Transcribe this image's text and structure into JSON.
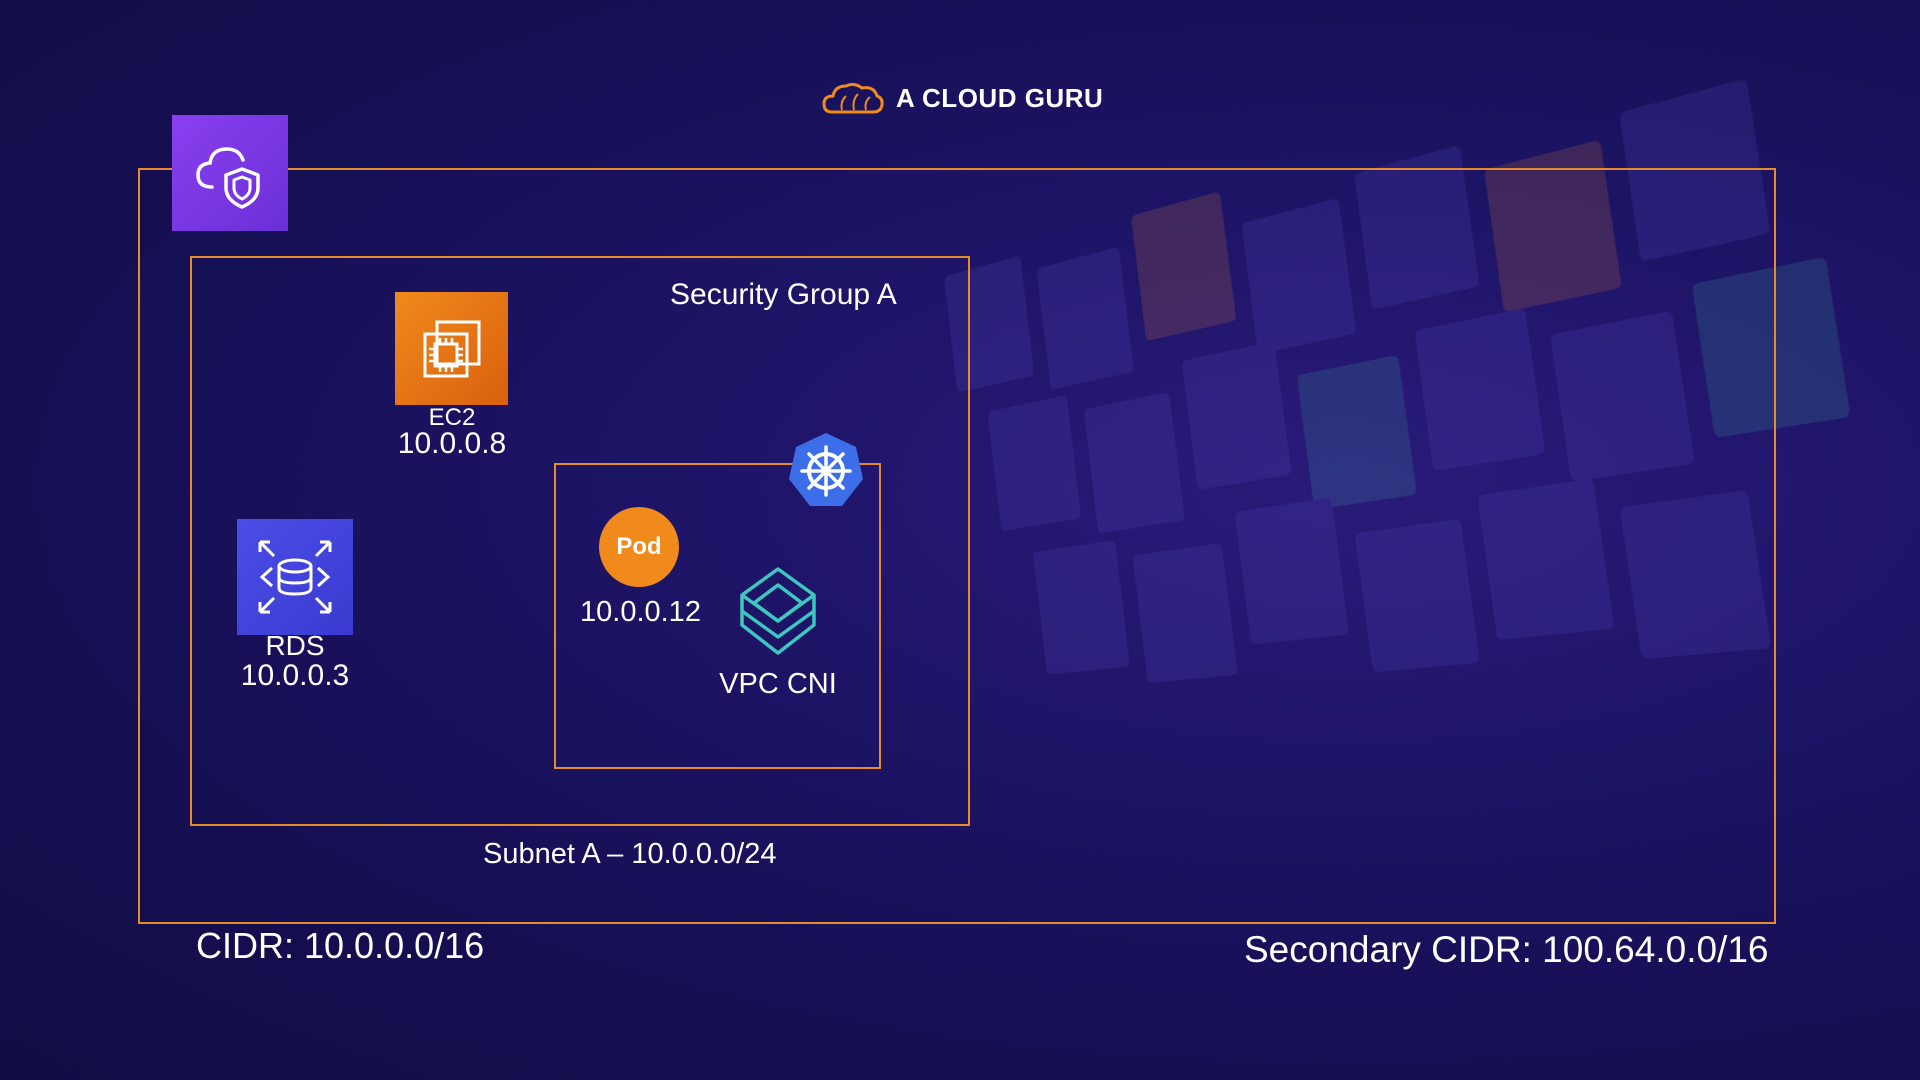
{
  "brand": {
    "name": "A CLOUD GURU",
    "logo_icon": "cloud-logo-icon",
    "accent": "#F08A1C"
  },
  "vpc": {
    "icon": "cloud-shield-icon",
    "cidr_label": "CIDR: 10.0.0.0/16",
    "secondary_cidr_label": "Secondary CIDR: 100.64.0.0/16",
    "border_color": "#E58A2E"
  },
  "subnet": {
    "label": "Subnet A – 10.0.0.0/24"
  },
  "security_group": {
    "label": "Security Group A"
  },
  "ec2": {
    "name": "EC2",
    "ip": "10.0.0.8",
    "icon": "ec2-chip-icon"
  },
  "rds": {
    "name": "RDS",
    "ip": "10.0.0.3",
    "icon": "rds-database-icon"
  },
  "node": {
    "k8s_icon": "kubernetes-helm-icon",
    "pod": {
      "label": "Pod",
      "ip": "10.0.0.12"
    },
    "cni": {
      "label": "VPC CNI",
      "icon": "vpc-cni-icon"
    }
  }
}
